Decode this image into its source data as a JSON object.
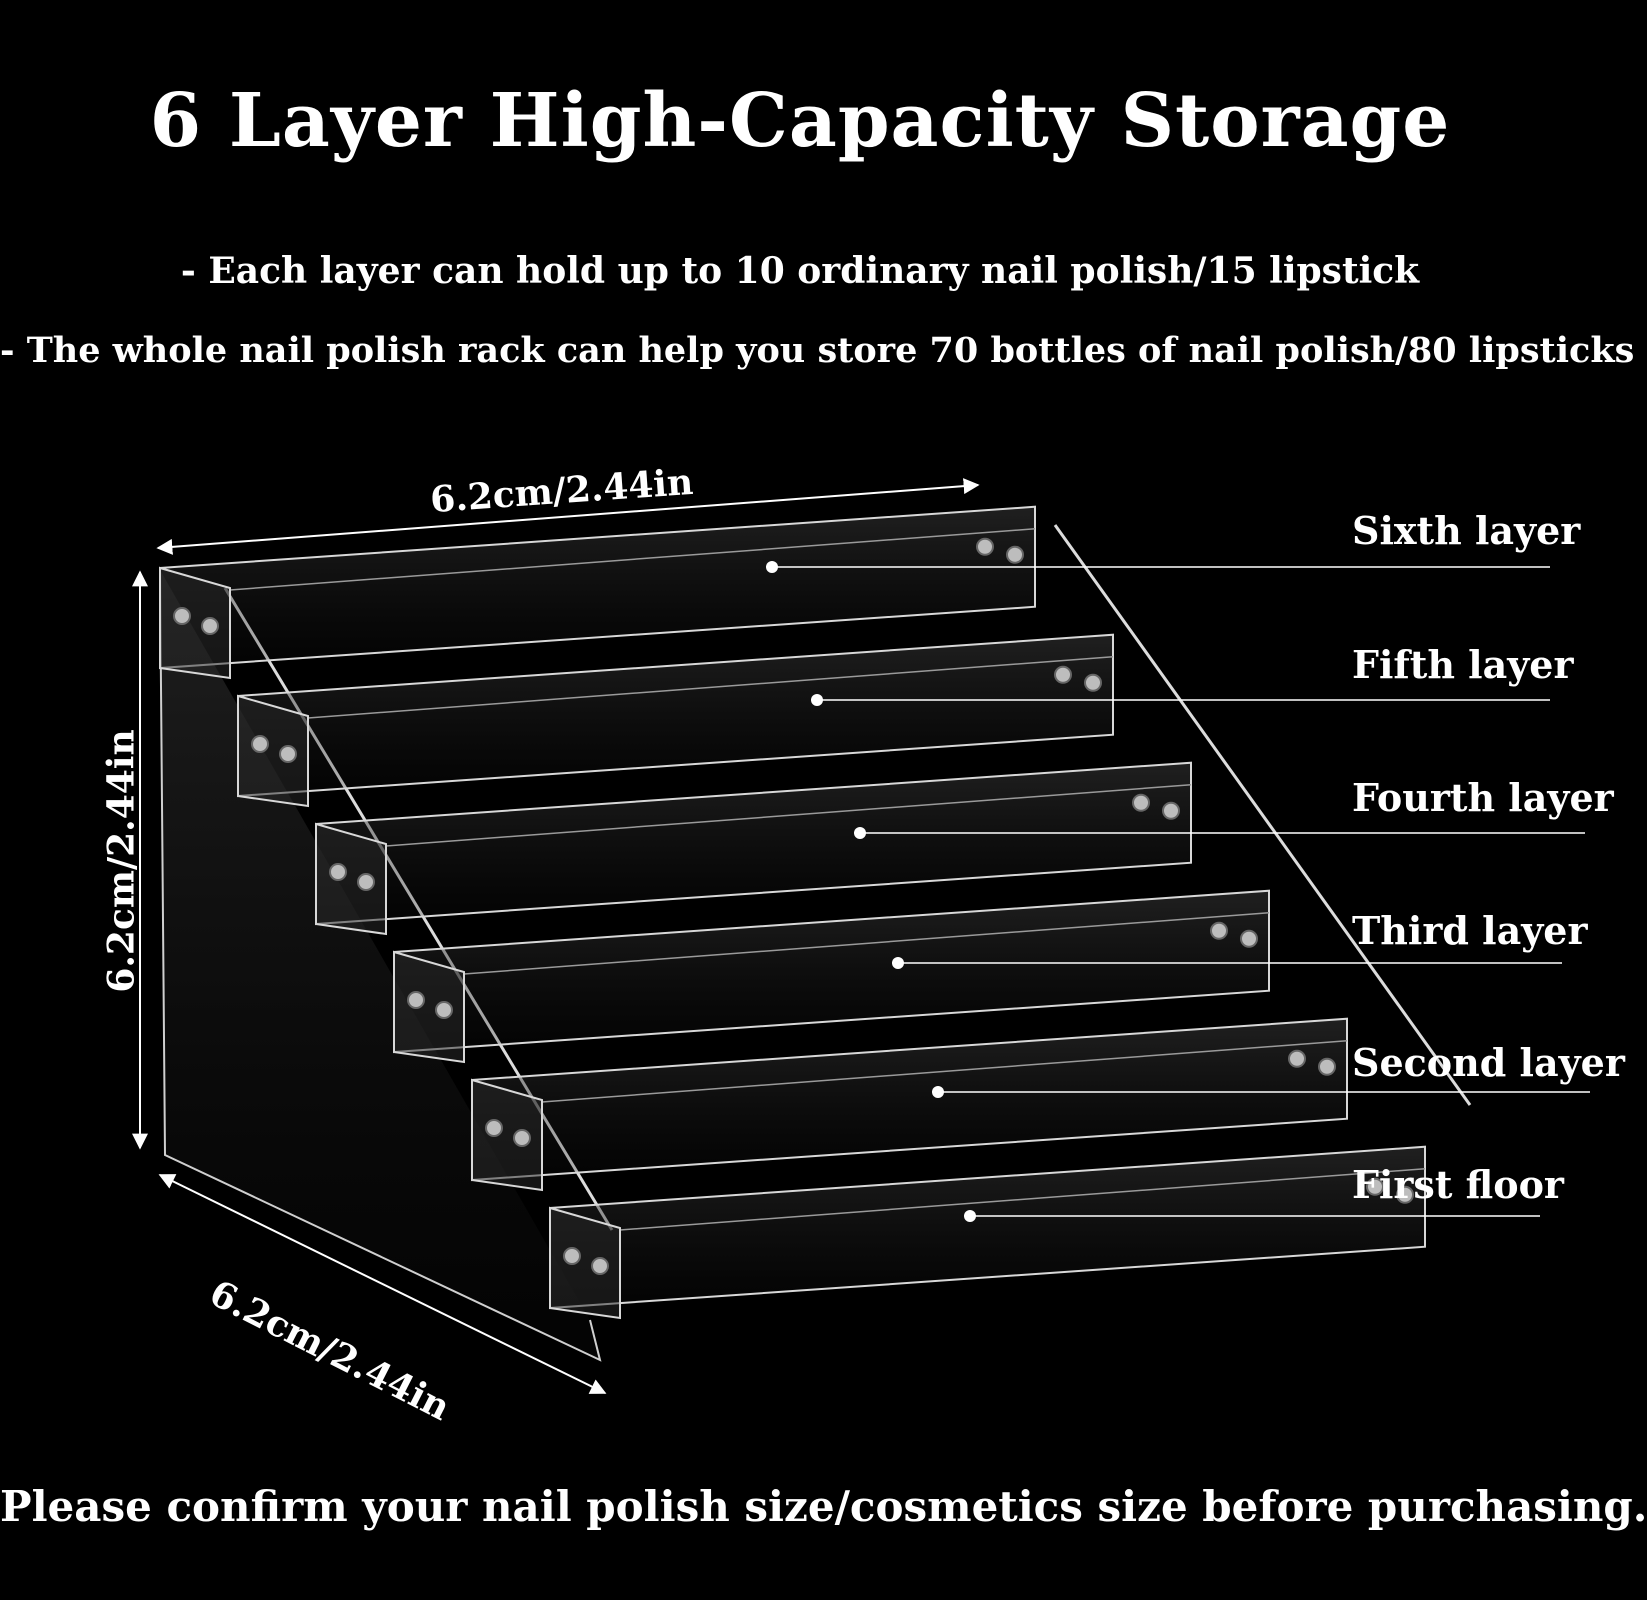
{
  "title": "6 Layer High-Capacity Storage",
  "bullets": [
    "- Each layer can hold up to 10 ordinary nail polish/15 lipstick",
    "- The whole nail polish rack can help you store 70 bottles of nail polish/80 lipsticks"
  ],
  "dimensions": {
    "width": "6.2cm/2.44in",
    "height": "6.2cm/2.44in",
    "depth": "6.2cm/2.44in"
  },
  "layers": [
    "Sixth layer",
    "Fifth layer",
    "Fourth layer",
    "Third layer",
    "Second layer",
    "First floor"
  ],
  "footer": "Please confirm your nail polish size/cosmetics size before purchasing.",
  "colors": {
    "background": "#000000",
    "text": "#ffffff",
    "acrylic_edge": "#d8d8d8"
  }
}
